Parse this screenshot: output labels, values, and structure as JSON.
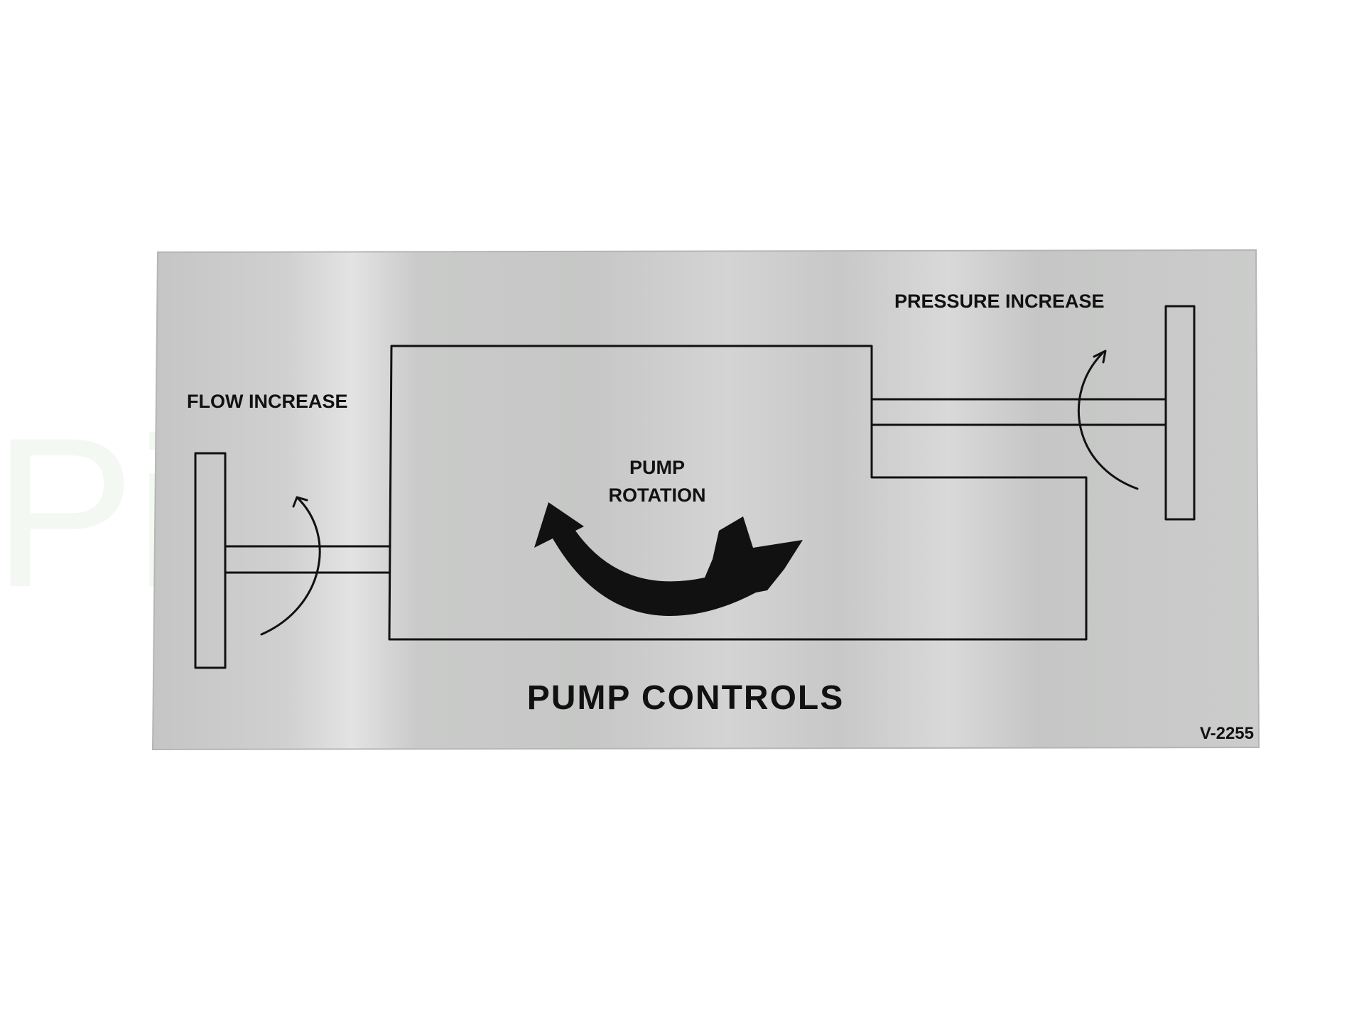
{
  "watermark": "Pi m",
  "plate": {
    "flow_label": "FLOW INCREASE",
    "pressure_label": "PRESSURE INCREASE",
    "rotation_label_line1": "PUMP",
    "rotation_label_line2": "ROTATION",
    "title": "PUMP CONTROLS",
    "part_number": "V-2255"
  },
  "colors": {
    "plate": "#c8c9c8",
    "ink": "#111111"
  }
}
